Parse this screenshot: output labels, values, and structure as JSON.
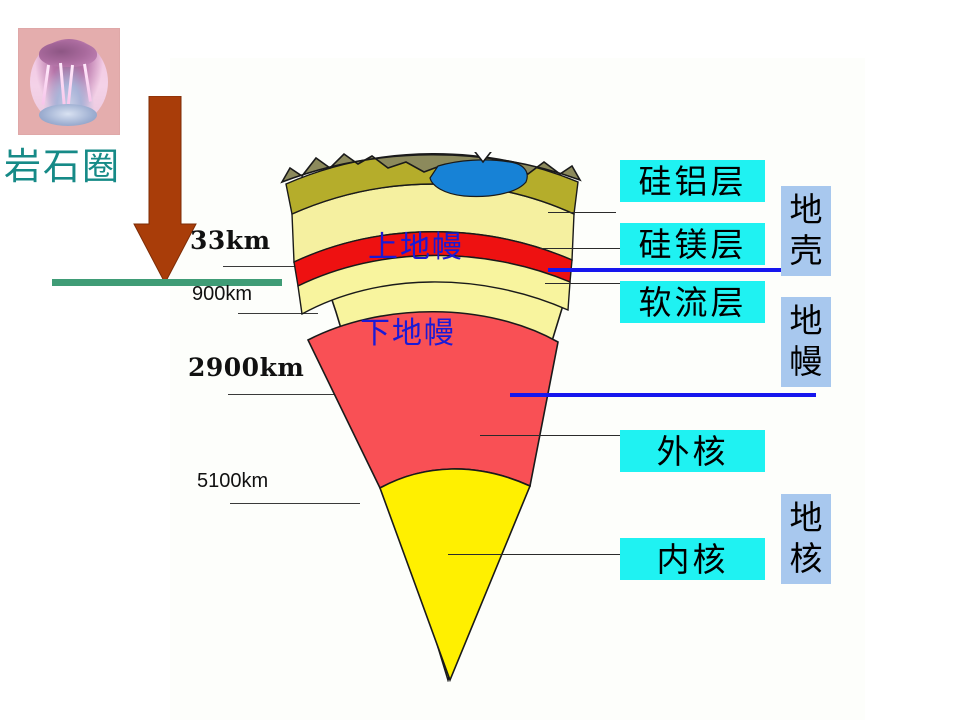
{
  "slide": {
    "background_color": "#ffffff",
    "panel_color": "#fdfefb"
  },
  "thumbnail": {
    "name": "lightning-storm-over-earth-thumbnail",
    "frame_color": "#e4adad"
  },
  "lithosphere": {
    "label": "岩石圈",
    "color": "#168a87"
  },
  "arrow": {
    "name": "down-arrow",
    "color": "#a93d09"
  },
  "green_rule": {
    "color": "#3f9c76"
  },
  "depths": [
    {
      "text": "33km",
      "style": "bold"
    },
    {
      "text": "900km",
      "style": "plain"
    },
    {
      "text": "2900km",
      "style": "bold"
    },
    {
      "text": "5100km",
      "style": "plain"
    }
  ],
  "figure_labels": [
    {
      "text": "上地幔",
      "color": "#1a1ad6"
    },
    {
      "text": "下地幔",
      "color": "#1a1ad6"
    }
  ],
  "callouts": [
    {
      "text": "硅铝层"
    },
    {
      "text": "硅镁层"
    },
    {
      "text": "软流层"
    },
    {
      "text": "外核"
    },
    {
      "text": "内核"
    }
  ],
  "groups": [
    {
      "text": "地壳"
    },
    {
      "text": "地幔"
    },
    {
      "text": "地核"
    }
  ],
  "cross_section": {
    "layers": [
      {
        "name": "crust-surface-terrain",
        "color": "#8c8a5c"
      },
      {
        "name": "water-body",
        "color": "#1782d6"
      },
      {
        "name": "sial-layer",
        "color": "#b5ad2b"
      },
      {
        "name": "sima-layer",
        "color": "#f5f0a0"
      },
      {
        "name": "asthenosphere-band",
        "color": "#ee1111"
      },
      {
        "name": "lower-mantle",
        "color": "#f8f49e"
      },
      {
        "name": "outer-core",
        "color": "#f95055"
      },
      {
        "name": "inner-core",
        "color": "#fff000"
      }
    ],
    "outline_color": "#1a1a1a"
  }
}
